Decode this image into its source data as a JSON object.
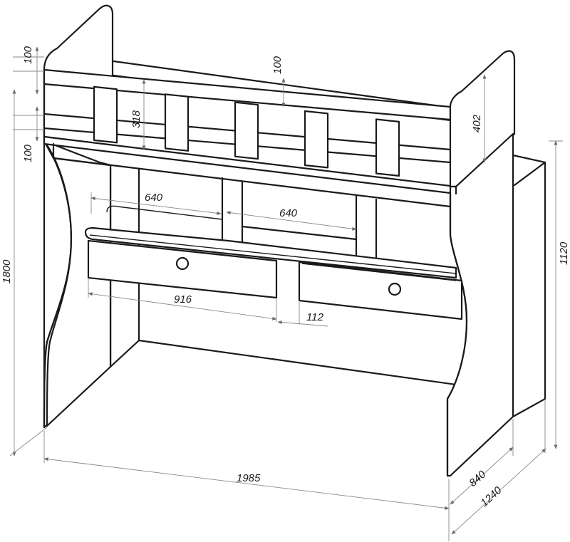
{
  "dimensions": {
    "top_rail_height": "100",
    "back_rail_height": "100",
    "lower_rail_height": "100",
    "guard_height": "318",
    "side_guard_height": "402",
    "total_height": "1800",
    "desk_height": "1120",
    "shelf_width_left": "640",
    "shelf_width_right": "640",
    "drawer_width": "916",
    "drawer_gap": "112",
    "total_length": "1985",
    "desk_depth": "840",
    "total_depth": "1240"
  },
  "colors": {
    "outline": "#1a1a1a",
    "dimension_line": "#8a8a8a",
    "background": "#ffffff"
  }
}
